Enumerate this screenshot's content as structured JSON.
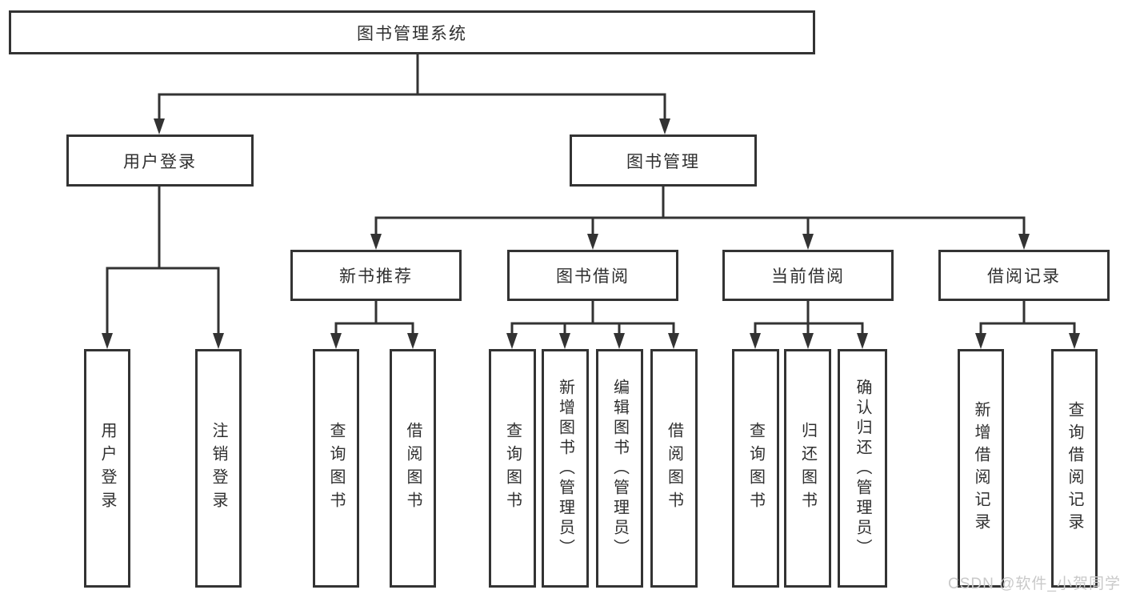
{
  "tree": {
    "root": {
      "label": "图书管理系统"
    },
    "branches": [
      {
        "label": "用户登录",
        "children": [
          {
            "label": "用户登录"
          },
          {
            "label": "注销登录"
          }
        ]
      },
      {
        "label": "图书管理",
        "children": [
          {
            "label": "新书推荐",
            "children": [
              {
                "label": "查询图书"
              },
              {
                "label": "借阅图书"
              }
            ]
          },
          {
            "label": "图书借阅",
            "children": [
              {
                "label": "查询图书"
              },
              {
                "label": "新增图书（管理员）"
              },
              {
                "label": "编辑图书（管理员）"
              },
              {
                "label": "借阅图书"
              }
            ]
          },
          {
            "label": "当前借阅",
            "children": [
              {
                "label": "查询图书"
              },
              {
                "label": "归还图书"
              },
              {
                "label": "确认归还（管理员）"
              }
            ]
          },
          {
            "label": "借阅记录",
            "children": [
              {
                "label": "新增借阅记录"
              },
              {
                "label": "查询借阅记录"
              }
            ]
          }
        ]
      }
    ]
  },
  "watermark": {
    "text": "CSDN @软件_小贺同学"
  },
  "colors": {
    "line": "#333333",
    "text": "#2f2f2f",
    "box_background": "#ffffff",
    "watermark": "#c9c9c9"
  }
}
